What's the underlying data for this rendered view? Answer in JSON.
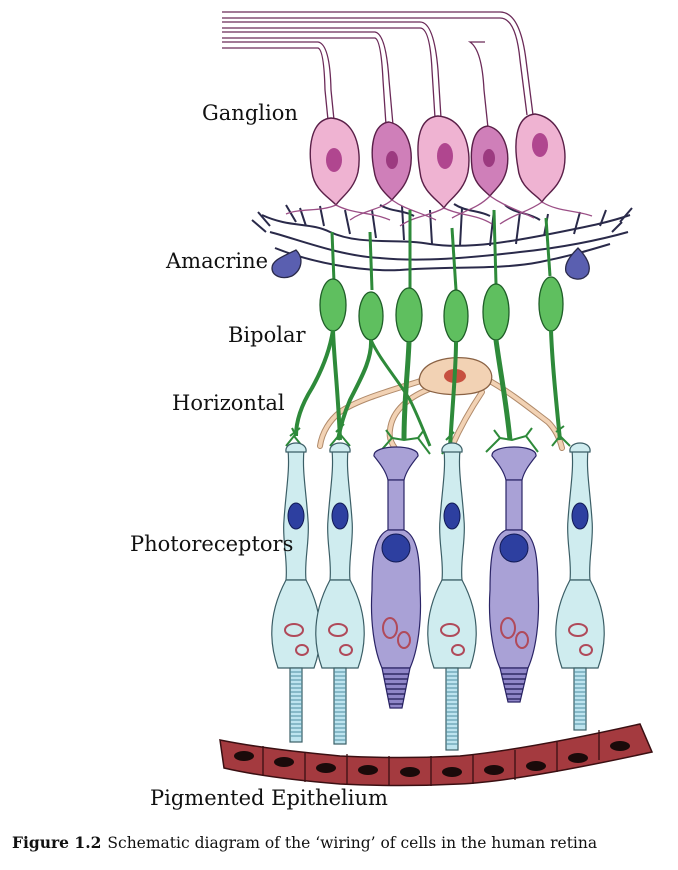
{
  "labels": {
    "ganglion": "Ganglion",
    "amacrine": "Amacrine",
    "bipolar": "Bipolar",
    "horizontal": "Horizontal",
    "photoreceptors": "Photoreceptors",
    "pigmented_epithelium": "Pigmented Epithelium"
  },
  "caption": {
    "figure_number": "Figure 1.2",
    "text": "Schematic diagram of the ‘wiring’ of cells in the human retina"
  },
  "colors": {
    "ganglion_light": "#efb3d2",
    "ganglion_dark": "#cf7fb9",
    "ganglion_nucleus": "#b0468f",
    "amacrine": "#5a5fb0",
    "amacrine_dendrite": "#2a2a4a",
    "bipolar": "#5fbf5f",
    "bipolar_dark": "#2e8a3a",
    "horizontal": "#f2d2b4",
    "horizontal_nucleus": "#c0392b",
    "rod": "#cfecef",
    "cone": "#a9a1d6",
    "photoreceptor_nucleus": "#2d3fa0",
    "epithelium": "#a43a3f",
    "epithelium_nucleus": "#1a0a0a"
  }
}
